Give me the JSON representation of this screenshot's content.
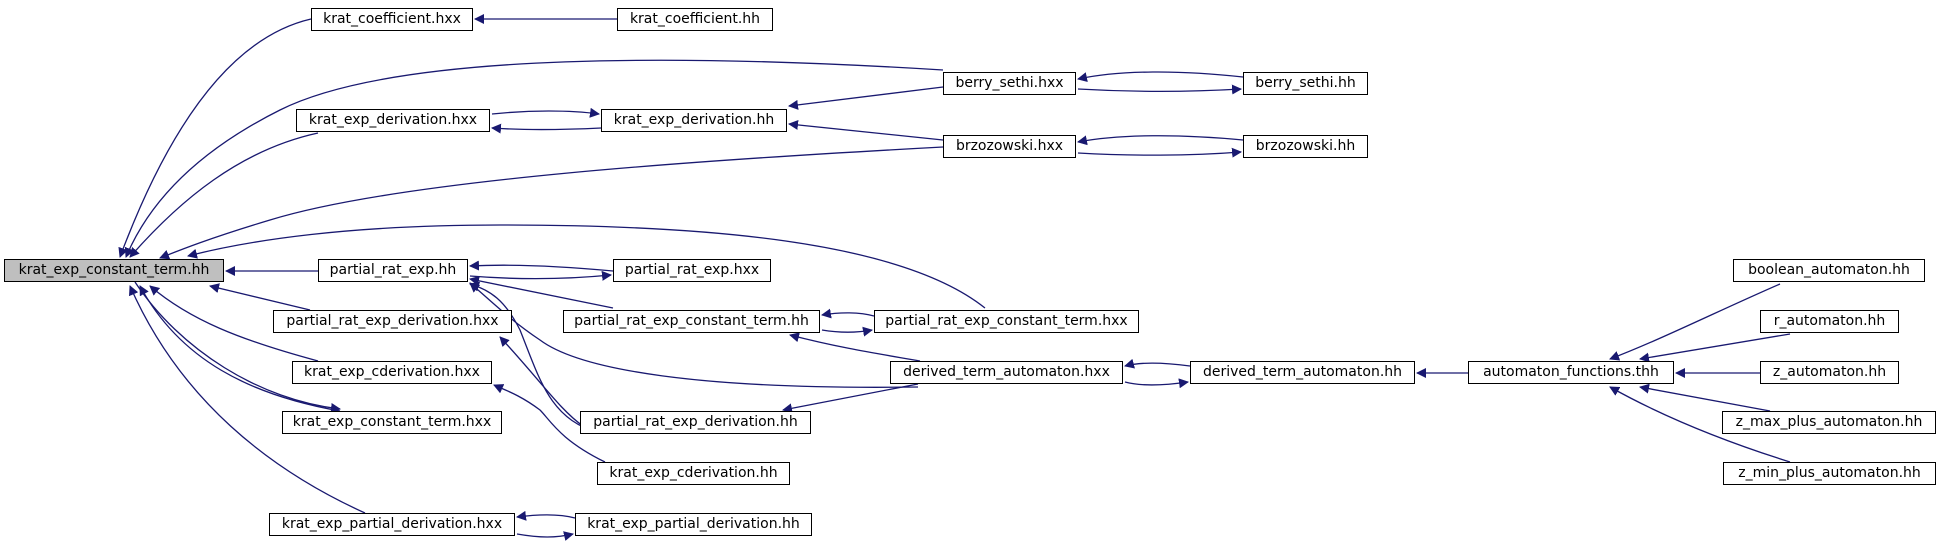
{
  "colors": {
    "edge": "#191970",
    "root_fill": "#bfbfbf",
    "node_border": "#000000"
  },
  "nodes": {
    "n_root": "krat_exp_constant_term.hh",
    "n_kc_hxx": "krat_coefficient.hxx",
    "n_kc_hh": "krat_coefficient.hh",
    "n_bs_hxx": "berry_sethi.hxx",
    "n_bs_hh": "berry_sethi.hh",
    "n_ked_hxx": "krat_exp_derivation.hxx",
    "n_ked_hh": "krat_exp_derivation.hh",
    "n_brz_hxx": "brzozowski.hxx",
    "n_brz_hh": "brzozowski.hh",
    "n_pre_hh": "partial_rat_exp.hh",
    "n_pre_hxx": "partial_rat_exp.hxx",
    "n_prect_hh": "partial_rat_exp_constant_term.hh",
    "n_prect_hxx": "partial_rat_exp_constant_term.hxx",
    "n_pred_hxx": "partial_rat_exp_derivation.hxx",
    "n_pred_hh": "partial_rat_exp_derivation.hh",
    "n_dta_hxx": "derived_term_automaton.hxx",
    "n_dta_hh": "derived_term_automaton.hh",
    "n_af_thh": "automaton_functions.thh",
    "n_bool": "boolean_automaton.hh",
    "n_r": "r_automaton.hh",
    "n_z": "z_automaton.hh",
    "n_zmax": "z_max_plus_automaton.hh",
    "n_zmin": "z_min_plus_automaton.hh",
    "n_kecd_hxx": "krat_exp_cderivation.hxx",
    "n_kecd_hh": "krat_exp_cderivation.hh",
    "n_kect_hxx": "krat_exp_constant_term.hxx",
    "n_kepd_hxx": "krat_exp_partial_derivation.hxx",
    "n_kepd_hh": "krat_exp_partial_derivation.hh"
  }
}
